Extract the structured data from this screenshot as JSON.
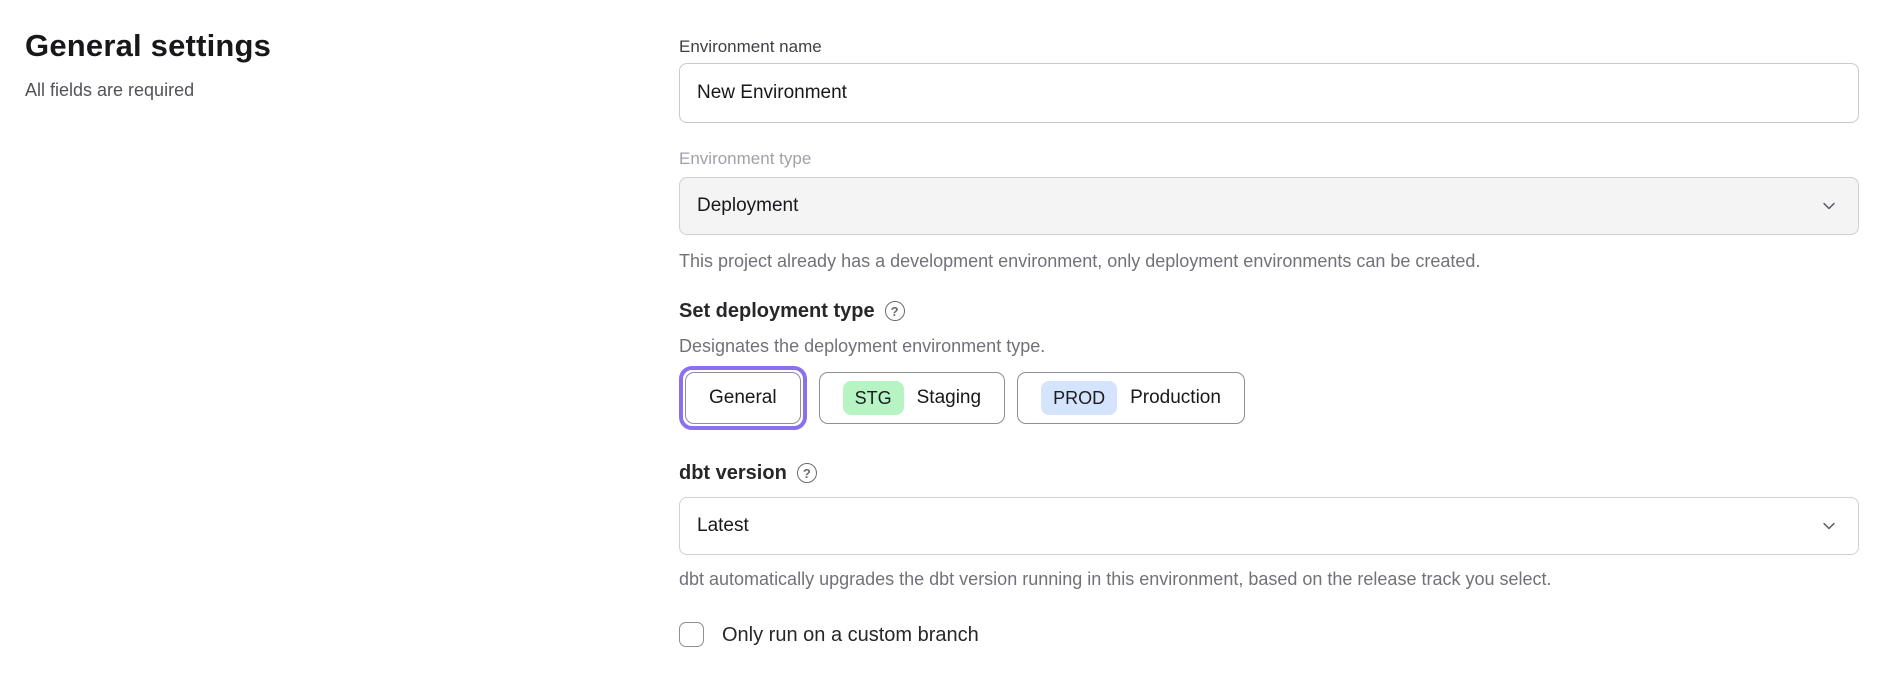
{
  "page": {
    "title": "General settings",
    "subtitle": "All fields are required"
  },
  "form": {
    "environment_name": {
      "label": "Environment name",
      "value": "New Environment"
    },
    "environment_type": {
      "label": "Environment type",
      "value": "Deployment",
      "disabled": true,
      "helper": "This project already has a development environment, only deployment environments can be created."
    },
    "deployment_type": {
      "label": "Set deployment type",
      "description": "Designates the deployment environment type.",
      "options": [
        {
          "label": "General",
          "badge": "",
          "selected": true
        },
        {
          "label": "Staging",
          "badge": "STG",
          "badge_color": "#b6f4c3",
          "selected": false
        },
        {
          "label": "Production",
          "badge": "PROD",
          "badge_color": "#d4e4fc",
          "selected": false
        }
      ]
    },
    "dbt_version": {
      "label": "dbt version",
      "value": "Latest",
      "helper": "dbt automatically upgrades the dbt version running in this environment, based on the release track you select."
    },
    "custom_branch": {
      "label": "Only run on a custom branch",
      "checked": false
    }
  },
  "icons": {
    "help": "?",
    "chevron_down": "chevron-down",
    "accent_color": "#8a70f0"
  }
}
